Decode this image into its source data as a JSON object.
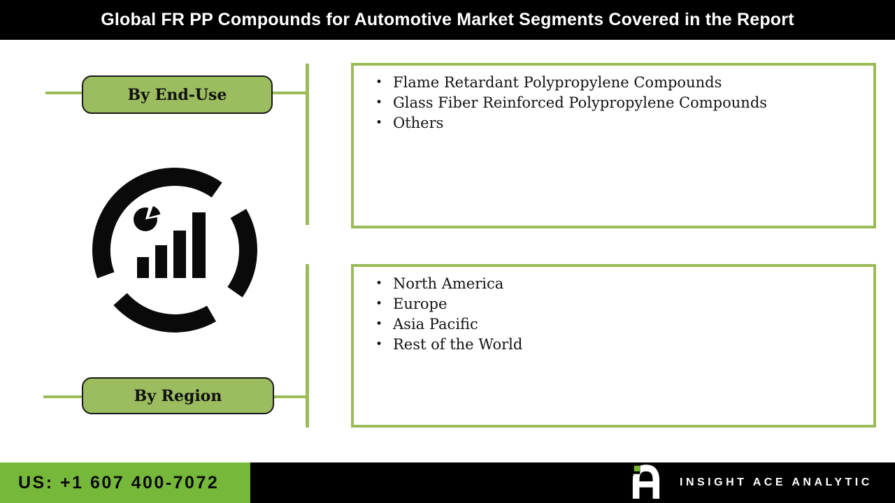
{
  "title": "Global FR PP Compounds for Automotive Market Segments Covered in the Report",
  "bullet": "•",
  "sections": {
    "end_use": {
      "label": "By End-Use",
      "items": [
        "Flame Retardant Polypropylene Compounds",
        "Glass Fiber Reinforced Polypropylene Compounds",
        "Others"
      ]
    },
    "region": {
      "label": "By Region",
      "items": [
        "North America",
        "Europe",
        "Asia Pacific",
        "Rest of the World"
      ]
    }
  },
  "footer": {
    "phone": "US: +1 607 400-7072",
    "brand": "INSIGHT ACE ANALYTIC"
  },
  "colors": {
    "olive_green": "#9bbb59",
    "button_green": "#9cbd5f",
    "brand_green": "#76b82a",
    "bar_black": "#000000",
    "title_text": "#ffffff"
  },
  "icons": {
    "center_icon": "market-analytics-chart-icon",
    "logo_icon": "insightace-a-logo"
  }
}
